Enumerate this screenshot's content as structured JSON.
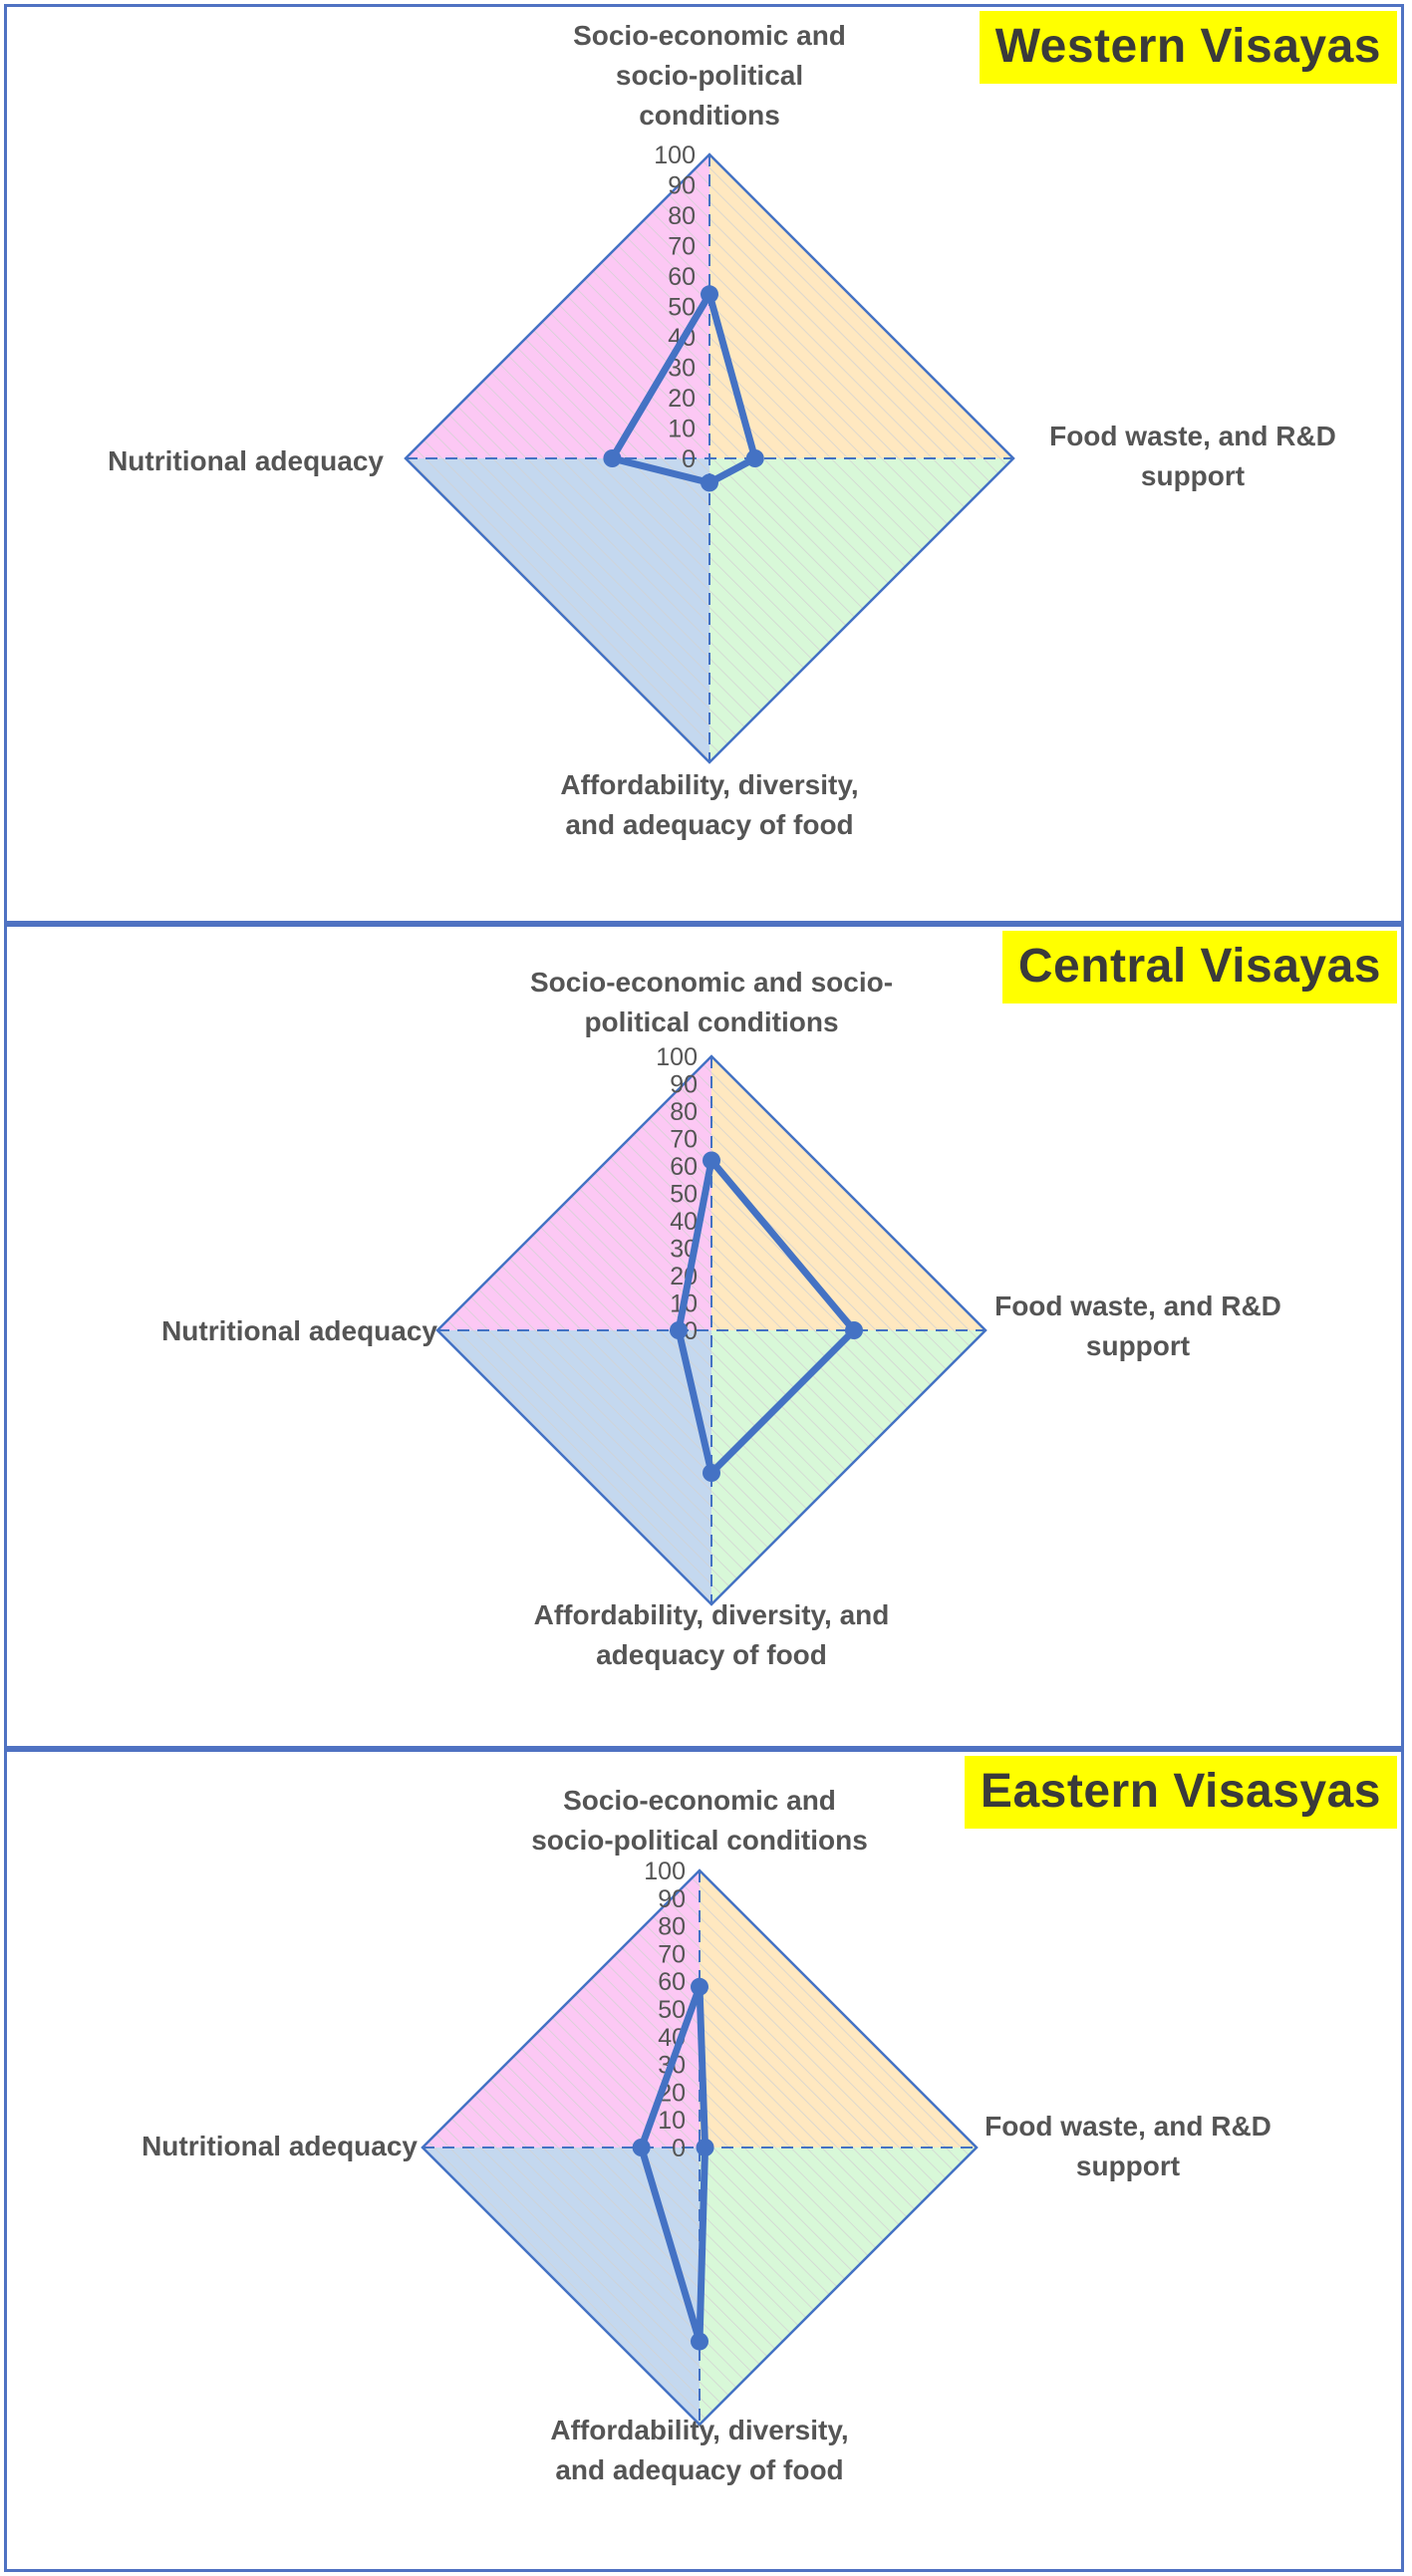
{
  "chart_data": [
    {
      "type": "radar",
      "title": "Western Visayas",
      "axes": [
        [
          "Socio-economic and",
          "socio-political",
          "conditions"
        ],
        [
          "Food waste, and R&D",
          "support"
        ],
        [
          "Affordability, diversity,",
          "and adequacy of food"
        ],
        [
          "Nutritional adequacy"
        ]
      ],
      "ticks": [
        "0",
        "10",
        "20",
        "30",
        "40",
        "50",
        "60",
        "70",
        "80",
        "90",
        "100"
      ],
      "range": [
        0,
        100
      ],
      "values": [
        54,
        15,
        8,
        32
      ],
      "colors": {
        "line": "#4472c4",
        "top_right": "#ffe8c0",
        "bottom_right": "#d8f8d8",
        "bottom_left": "#c4d8ef",
        "top_left": "#fcc8f4"
      }
    },
    {
      "type": "radar",
      "title": "Central Visayas",
      "axes": [
        [
          "Socio-economic and socio-",
          "political conditions"
        ],
        [
          "Food waste, and R&D",
          "support"
        ],
        [
          "Affordability, diversity, and",
          "adequacy of food"
        ],
        [
          "Nutritional adequacy"
        ]
      ],
      "ticks": [
        "0",
        "10",
        "20",
        "30",
        "40",
        "50",
        "60",
        "70",
        "80",
        "90",
        "100"
      ],
      "range": [
        0,
        100
      ],
      "values": [
        62,
        52,
        52,
        12
      ],
      "colors": {
        "line": "#4472c4",
        "top_right": "#ffe8c0",
        "bottom_right": "#d8f8d8",
        "bottom_left": "#c4d8ef",
        "top_left": "#fcc8f4"
      }
    },
    {
      "type": "radar",
      "title": "Eastern Visasyas",
      "axes": [
        [
          "Socio-economic and",
          "socio-political conditions"
        ],
        [
          "Food waste, and R&D",
          "support"
        ],
        [
          "Affordability, diversity,",
          "and adequacy of food"
        ],
        [
          "Nutritional adequacy"
        ]
      ],
      "ticks": [
        "0",
        "10",
        "20",
        "30",
        "40",
        "50",
        "60",
        "70",
        "80",
        "90",
        "100"
      ],
      "range": [
        0,
        100
      ],
      "values": [
        58,
        2,
        70,
        21
      ],
      "colors": {
        "line": "#4472c4",
        "top_right": "#ffe8c0",
        "bottom_right": "#d8f8d8",
        "bottom_left": "#c4d8ef",
        "top_left": "#fcc8f4"
      }
    }
  ]
}
